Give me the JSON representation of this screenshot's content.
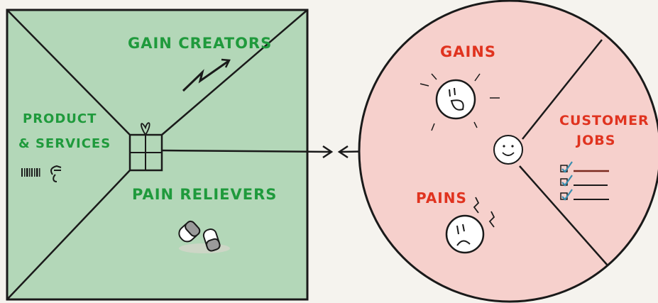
{
  "value_map": {
    "gain_creators_label": "GAIN CREATORS",
    "product_label_line1": "PRODUCT",
    "product_label_line2": "& SERVICES",
    "pain_relievers_label": "PAIN RELIEVERS"
  },
  "customer_profile": {
    "gains_label": "GAINS",
    "customer_jobs_line1": "CUSTOMER",
    "customer_jobs_line2": "JOBS",
    "pains_label": "PAINS"
  },
  "colors": {
    "square_fill": "#b3d7b8",
    "circle_fill": "#f6d0cc",
    "green_text": "#1f9a3c",
    "red_text": "#e0331f",
    "outline": "#1a1a1a"
  },
  "icons": [
    "gift-icon",
    "rising-arrow-icon",
    "pills-icon",
    "barcode-icon",
    "tag-icon",
    "happy-face-icon",
    "sad-face-icon",
    "smiley-icon",
    "checklist-icon",
    "double-arrow-icon"
  ]
}
